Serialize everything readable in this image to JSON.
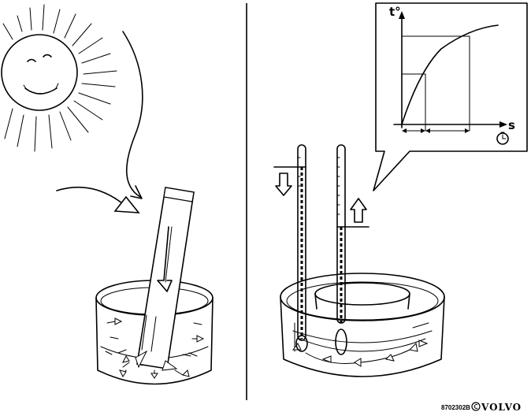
{
  "graph": {
    "y_axis_label": "t°",
    "x_axis_label": "s"
  },
  "footer": {
    "code": "8702302B",
    "brand": "VOLVO"
  },
  "icons": [
    "sun-icon",
    "clock-icon"
  ]
}
